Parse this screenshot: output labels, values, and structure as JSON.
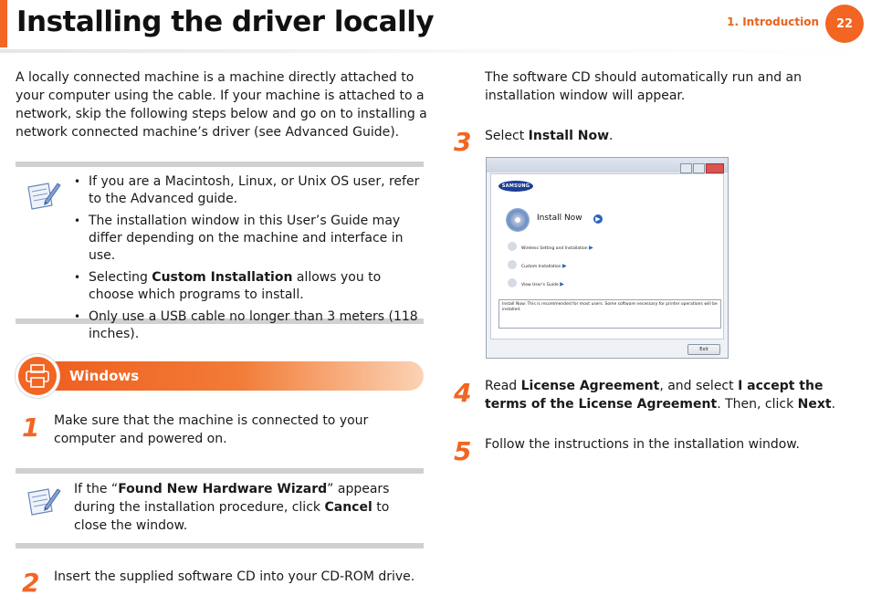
{
  "header": {
    "title": "Installing the driver locally",
    "chapter": "1.  Introduction",
    "page_number": "22"
  },
  "intro": {
    "text": "A locally connected machine is a machine directly attached to your computer using the cable. If your machine is attached to a network, skip the following steps below and go on to installing a network connected machine’s driver (see Advanced Guide)."
  },
  "note1": {
    "items": [
      {
        "pre": "If you are a Macintosh, Linux, or Unix OS user, refer to the Advanced guide.",
        "bold": "",
        "post": ""
      },
      {
        "pre": "The installation window in this User’s Guide may differ depending on the machine and interface in use.",
        "bold": "",
        "post": ""
      },
      {
        "pre": "Selecting ",
        "bold": "Custom Installation",
        "post": " allows you to choose which programs to install."
      },
      {
        "pre": "Only use a USB cable no longer than 3 meters (118 inches).",
        "bold": "",
        "post": ""
      }
    ]
  },
  "section": {
    "label": "Windows"
  },
  "steps": {
    "s1": {
      "num": "1",
      "text": "Make sure that the machine is connected to your computer and powered on."
    },
    "s2": {
      "num": "2",
      "text": "Insert the supplied software CD into your CD-ROM drive."
    },
    "s2_cont": "The software CD should automatically run and an installation window will appear.",
    "s3": {
      "num": "3",
      "pre": "Select ",
      "bold": "Install Now",
      "post": "."
    },
    "s4": {
      "num": "4",
      "pre": "Read ",
      "bold1": "License Agreement",
      "mid": ", and select ",
      "bold2": "I accept the terms of the License Agreement",
      "mid2": ". Then, click ",
      "bold3": "Next",
      "post": "."
    },
    "s5": {
      "num": "5",
      "text": "Follow the instructions in the installation window."
    }
  },
  "note2": {
    "pre": "If the “",
    "bold1": "Found New Hardware Wizard",
    "mid": "” appears during the installation procedure, click ",
    "bold2": "Cancel",
    "post": " to close the window."
  },
  "installer": {
    "brand": "SAMSUNG",
    "install_now": "Install Now",
    "options": [
      "Wireless Setting and Installation",
      "Custom Installation",
      "View User’s Guide"
    ],
    "description": "Install Now: This is recommended for most users. Some software necessary for printer operations will be installed.",
    "exit": "Exit"
  },
  "colors": {
    "accent": "#f26522",
    "section_gradient_end": "#fbd3b4",
    "note_border": "#d0d0d0"
  }
}
